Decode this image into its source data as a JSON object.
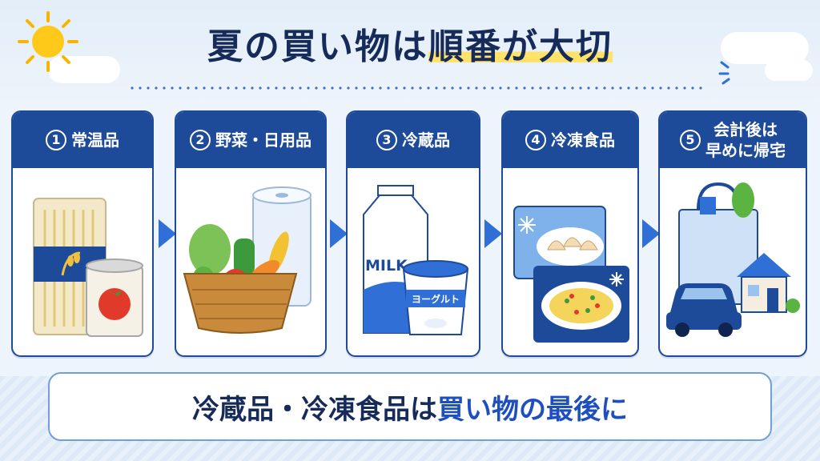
{
  "title": {
    "main": "夏の買い物は",
    "highlight": "順番が大切"
  },
  "steps": [
    {
      "num": "1",
      "label": "常温品"
    },
    {
      "num": "2",
      "label": "野菜・日用品"
    },
    {
      "num": "3",
      "label": "冷蔵品"
    },
    {
      "num": "4",
      "label": "冷凍食品"
    },
    {
      "num": "5",
      "line1": "会計後は",
      "line2": "早めに帰宅"
    }
  ],
  "labels": {
    "milk": "MILK",
    "yogurt": "ヨーグルト"
  },
  "footer": {
    "part1": "冷蔵品・冷凍食品は",
    "part2": "買い物の最後に"
  },
  "colors": {
    "navy": "#1e4a9a",
    "title": "#172b5a",
    "accent_blue": "#1e4fc0",
    "highlight": "#ffe26a",
    "arrow": "#2f6fd6"
  },
  "icons": [
    "sun-icon",
    "pasta-package-icon",
    "tomato-can-icon",
    "vegetable-basket-icon",
    "paper-towel-icon",
    "milk-carton-icon",
    "yogurt-cup-icon",
    "frozen-dumplings-icon",
    "frozen-fried-rice-icon",
    "shopping-bag-icon",
    "car-icon",
    "house-icon",
    "arrow-right-icon",
    "sparkle-icon"
  ]
}
